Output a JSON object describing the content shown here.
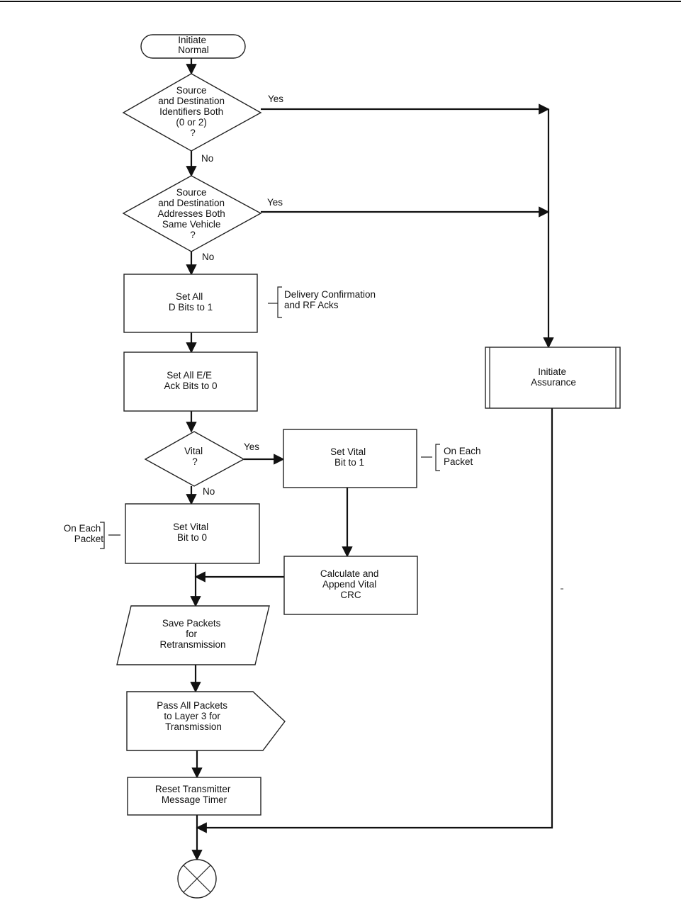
{
  "nodes": {
    "start": [
      "Initiate",
      "Normal"
    ],
    "decision_identifiers": [
      "Source",
      "and Destination",
      "Identifiers Both",
      "(0 or 2)",
      "?"
    ],
    "decision_addresses": [
      "Source",
      "and Destination",
      "Addresses Both",
      "Same Vehicle",
      "?"
    ],
    "set_d_bits": [
      "Set All",
      "D Bits to 1"
    ],
    "set_ee_ack": [
      "Set All E/E",
      "Ack Bits to 0"
    ],
    "decision_vital": [
      "Vital",
      "?"
    ],
    "set_vital_1": [
      "Set Vital",
      "Bit to 1"
    ],
    "set_vital_0": [
      "Set Vital",
      "Bit to 0"
    ],
    "calc_crc": [
      "Calculate and",
      "Append Vital",
      "CRC"
    ],
    "save_packets": [
      "Save Packets",
      "for",
      "Retransmission"
    ],
    "pass_packets": [
      "Pass All Packets",
      "to Layer 3 for",
      "Transmission"
    ],
    "reset_timer": [
      "Reset Transmitter",
      "Message Timer"
    ],
    "initiate_assurance": [
      "Initiate",
      "Assurance"
    ]
  },
  "annotations": {
    "d_bits_note": [
      "Delivery Confirmation",
      "and RF Acks"
    ],
    "vital_1_note": [
      "On Each",
      "Packet"
    ],
    "vital_0_note": [
      "On Each",
      "Packet"
    ]
  },
  "edge_labels": {
    "identifiers_yes": "Yes",
    "identifiers_no": "No",
    "addresses_yes": "Yes",
    "addresses_no": "No",
    "vital_yes": "Yes",
    "vital_no": "No"
  }
}
